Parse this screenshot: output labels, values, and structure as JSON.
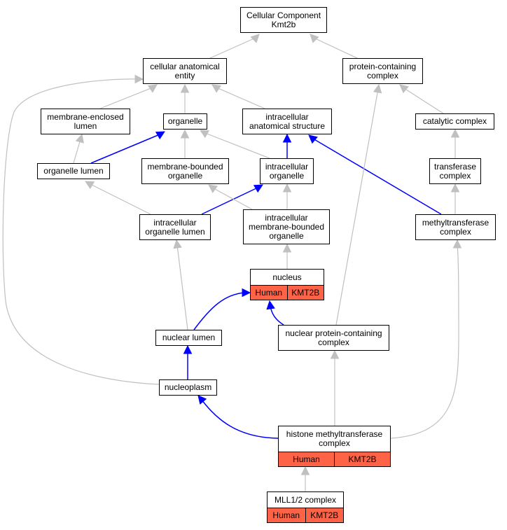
{
  "colors": {
    "is_a_edge": "#c0c0c0",
    "part_of_edge": "#0000ff",
    "annotation_cell": "#ff6347",
    "node_border": "#000000",
    "background": "#ffffff"
  },
  "nodes": {
    "cellular_component": {
      "line1": "Cellular Component",
      "line2": "Kmt2b"
    },
    "cellular_anatomical_entity": {
      "line1": "cellular anatomical",
      "line2": "entity"
    },
    "protein_containing_complex": {
      "line1": "protein-containing",
      "line2": "complex"
    },
    "membrane_enclosed_lumen": {
      "line1": "membrane-enclosed",
      "line2": "lumen"
    },
    "organelle": {
      "line1": "organelle",
      "line2": ""
    },
    "intracellular_anatomical_structure": {
      "line1": "intracellular",
      "line2": "anatomical structure"
    },
    "catalytic_complex": {
      "line1": "catalytic complex",
      "line2": ""
    },
    "organelle_lumen": {
      "line1": "organelle lumen",
      "line2": ""
    },
    "membrane_bounded_organelle": {
      "line1": "membrane-bounded",
      "line2": "organelle"
    },
    "intracellular_organelle": {
      "line1": "intracellular",
      "line2": "organelle"
    },
    "transferase_complex": {
      "line1": "transferase",
      "line2": "complex"
    },
    "intracellular_organelle_lumen": {
      "line1": "intracellular",
      "line2": "organelle lumen"
    },
    "intracellular_membrane_bounded_organelle": {
      "line1": "intracellular",
      "line2": "membrane-bounded",
      "line3": "organelle"
    },
    "methyltransferase_complex": {
      "line1": "methyltransferase",
      "line2": "complex"
    },
    "nucleus": {
      "line1": "nucleus",
      "species": "Human",
      "gene": "KMT2B"
    },
    "nuclear_lumen": {
      "line1": "nuclear lumen",
      "line2": ""
    },
    "nuclear_protein_containing_complex": {
      "line1": "nuclear protein-containing",
      "line2": "complex"
    },
    "nucleoplasm": {
      "line1": "nucleoplasm",
      "line2": ""
    },
    "histone_methyltransferase_complex": {
      "line1": "histone methyltransferase",
      "line2": "complex",
      "species": "Human",
      "gene": "KMT2B"
    },
    "mll12_complex": {
      "line1": "MLL1/2 complex",
      "species": "Human",
      "gene": "KMT2B"
    }
  },
  "edges": [
    {
      "from": "cellular_anatomical_entity",
      "to": "cellular_component",
      "type": "is_a"
    },
    {
      "from": "protein_containing_complex",
      "to": "cellular_component",
      "type": "is_a"
    },
    {
      "from": "membrane_enclosed_lumen",
      "to": "cellular_anatomical_entity",
      "type": "is_a"
    },
    {
      "from": "organelle",
      "to": "cellular_anatomical_entity",
      "type": "is_a"
    },
    {
      "from": "intracellular_anatomical_structure",
      "to": "cellular_anatomical_entity",
      "type": "is_a"
    },
    {
      "from": "catalytic_complex",
      "to": "protein_containing_complex",
      "type": "is_a"
    },
    {
      "from": "organelle_lumen",
      "to": "membrane_enclosed_lumen",
      "type": "is_a"
    },
    {
      "from": "organelle_lumen",
      "to": "organelle",
      "type": "part_of"
    },
    {
      "from": "membrane_bounded_organelle",
      "to": "organelle",
      "type": "is_a"
    },
    {
      "from": "intracellular_organelle",
      "to": "organelle",
      "type": "is_a"
    },
    {
      "from": "intracellular_organelle",
      "to": "intracellular_anatomical_structure",
      "type": "part_of"
    },
    {
      "from": "transferase_complex",
      "to": "catalytic_complex",
      "type": "is_a"
    },
    {
      "from": "intracellular_organelle_lumen",
      "to": "organelle_lumen",
      "type": "is_a"
    },
    {
      "from": "intracellular_organelle_lumen",
      "to": "intracellular_organelle",
      "type": "part_of"
    },
    {
      "from": "intracellular_membrane_bounded_organelle",
      "to": "membrane_bounded_organelle",
      "type": "is_a"
    },
    {
      "from": "intracellular_membrane_bounded_organelle",
      "to": "intracellular_organelle",
      "type": "is_a"
    },
    {
      "from": "methyltransferase_complex",
      "to": "transferase_complex",
      "type": "is_a"
    },
    {
      "from": "methyltransferase_complex",
      "to": "intracellular_anatomical_structure",
      "type": "part_of"
    },
    {
      "from": "nucleus",
      "to": "intracellular_membrane_bounded_organelle",
      "type": "is_a"
    },
    {
      "from": "nuclear_lumen",
      "to": "intracellular_organelle_lumen",
      "type": "is_a"
    },
    {
      "from": "nuclear_lumen",
      "to": "nucleus",
      "type": "part_of"
    },
    {
      "from": "nuclear_protein_containing_complex",
      "to": "protein_containing_complex",
      "type": "is_a"
    },
    {
      "from": "nuclear_protein_containing_complex",
      "to": "nucleus",
      "type": "part_of"
    },
    {
      "from": "nucleoplasm",
      "to": "cellular_anatomical_entity",
      "type": "is_a"
    },
    {
      "from": "nucleoplasm",
      "to": "nuclear_lumen",
      "type": "part_of"
    },
    {
      "from": "histone_methyltransferase_complex",
      "to": "nuclear_protein_containing_complex",
      "type": "is_a"
    },
    {
      "from": "histone_methyltransferase_complex",
      "to": "methyltransferase_complex",
      "type": "is_a"
    },
    {
      "from": "histone_methyltransferase_complex",
      "to": "nucleoplasm",
      "type": "part_of"
    },
    {
      "from": "mll12_complex",
      "to": "histone_methyltransferase_complex",
      "type": "is_a"
    }
  ]
}
